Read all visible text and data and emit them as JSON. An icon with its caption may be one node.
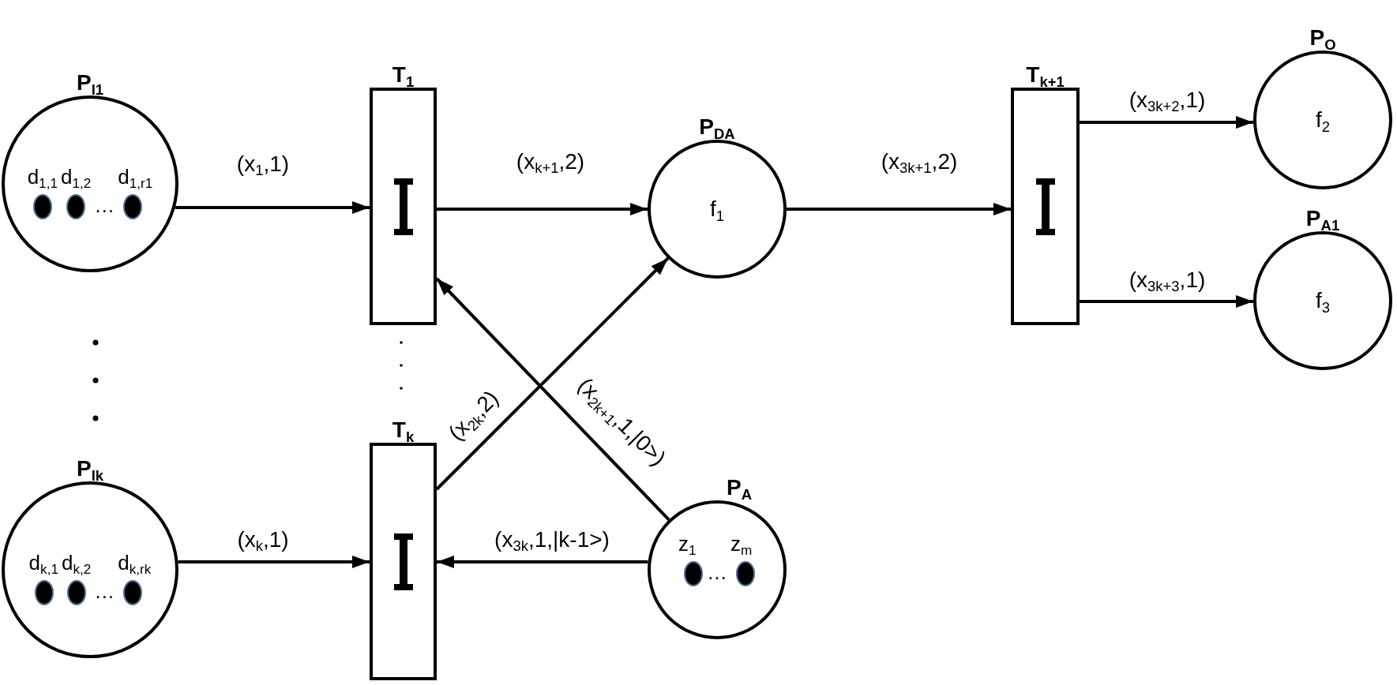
{
  "diagram": {
    "nodes": [
      {
        "text": [
          "P$_{I1}$",
          "d$_{1,1}$",
          "d$_{1,2}$",
          "…",
          "d$_{1,r1}$"
        ]
      },
      {
        "text": [
          "T$_{1}$"
        ]
      },
      {
        "text": [
          "P$_{DA}$",
          "f$_{1}$"
        ]
      },
      {
        "text": [
          "T$_{k+1}$"
        ]
      },
      {
        "text": [
          "P$_{O}$",
          "f$_{2}$"
        ]
      },
      {
        "text": [
          "P$_{A1}$",
          "f$_{3}$"
        ]
      },
      {
        "text": [
          "P$_{Ik}$",
          "d$_{k,1}$",
          "d$_{k,2}$",
          "…",
          "d$_{k,rk}$"
        ]
      },
      {
        "text": [
          "T$_{k}$"
        ]
      },
      {
        "text": [
          "P$_{A}$",
          "z$_{1}$",
          "…",
          "z$_{m}$"
        ]
      }
    ],
    "edges": [
      {
        "from": 0,
        "to": 1,
        "arrow": "to",
        "label": "(x$_{1}$,1)"
      },
      {
        "from": 1,
        "to": 2,
        "arrow": "to",
        "label": "(x$_{k+1}$,2)"
      },
      {
        "from": 2,
        "to": 3,
        "arrow": "to",
        "label": "(x$_{3k+1}$,2)"
      },
      {
        "from": 3,
        "to": 4,
        "arrow": "to",
        "label": "(x$_{3k+2}$,1)"
      },
      {
        "from": 3,
        "to": 5,
        "arrow": "to",
        "label": "(x$_{3k+3}$,1)"
      },
      {
        "from": 6,
        "to": 7,
        "arrow": "to",
        "label": "(x$_{k}$,1)"
      },
      {
        "from": 7,
        "to": 2,
        "arrow": "to",
        "label": "(x$_{2k}$,2)"
      },
      {
        "from": 8,
        "to": 1,
        "arrow": "to",
        "label": "(x$_{2k+1}$,1,|0>)"
      },
      {
        "from": 8,
        "to": 7,
        "arrow": "to",
        "label": "(x$_{3k}$,1,|k-1>)"
      }
    ]
  }
}
